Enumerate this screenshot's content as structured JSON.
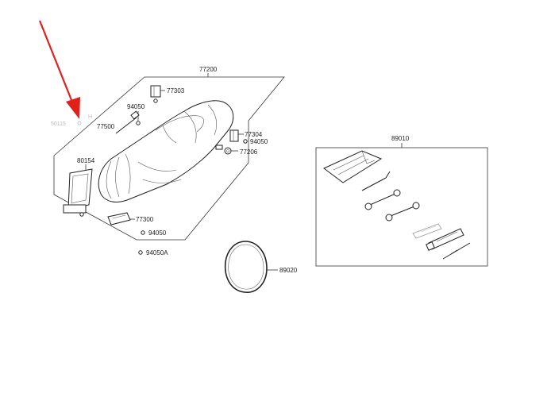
{
  "colors": {
    "arrow": "#e0201b",
    "line": "#333333",
    "label": "#222222",
    "faint": "#b8b8b8"
  },
  "labels": {
    "seat_assembly": "77200",
    "bracket_top": "77303",
    "bolt_top": "94050",
    "rod": "77500",
    "faint_ref_a": "50115",
    "faint_ref_b": "H",
    "bracket_right": "77304",
    "bolt_right": "94050",
    "washer_right": "77206",
    "latch": "80154",
    "bracket_bottom": "77300",
    "bolt_bottom": "94050",
    "bolt_loose": "94050A",
    "ring": "89020",
    "tool_kit": "89010"
  },
  "icons": {
    "arrow": "red-pointer-arrow-icon"
  }
}
